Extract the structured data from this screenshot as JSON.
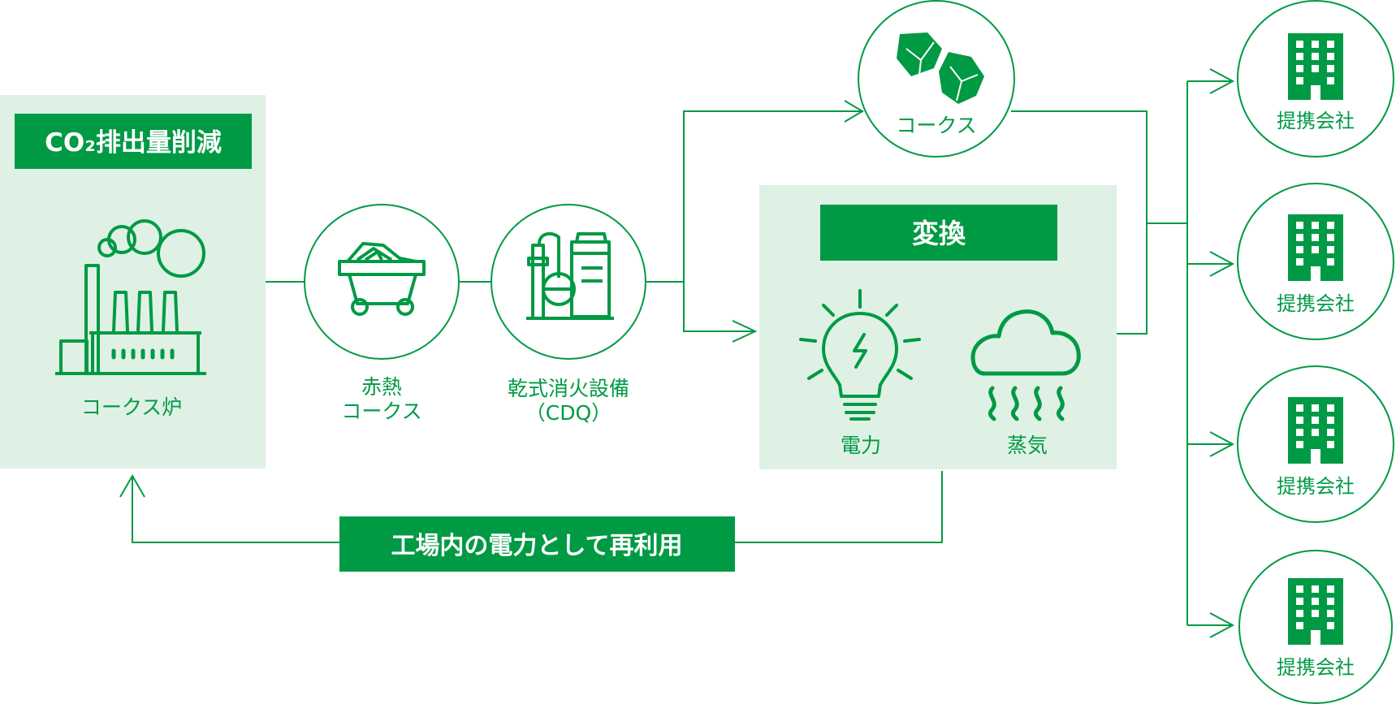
{
  "colors": {
    "accent": "#009a44",
    "panel": "#dff1e5",
    "white": "#ffffff"
  },
  "panels": {
    "reduction": {
      "banner": "CO₂排出量削減",
      "icon": "factory-icon",
      "label": "コークス炉"
    },
    "conversion": {
      "banner": "変換",
      "power": {
        "icon": "lightbulb-icon",
        "label": "電力"
      },
      "steam": {
        "icon": "steam-cloud-icon",
        "label": "蒸気"
      }
    }
  },
  "nodes": {
    "hot_coke": {
      "icon": "mine-cart-icon",
      "label_line1": "赤熱",
      "label_line2": "コークス"
    },
    "cdq": {
      "icon": "plant-equipment-icon",
      "label_line1": "乾式消火設備",
      "label_line2": "（CDQ）"
    },
    "coke": {
      "icon": "coke-lumps-icon",
      "label": "コークス"
    }
  },
  "partners": [
    {
      "icon": "building-icon",
      "label": "提携会社"
    },
    {
      "icon": "building-icon",
      "label": "提携会社"
    },
    {
      "icon": "building-icon",
      "label": "提携会社"
    },
    {
      "icon": "building-icon",
      "label": "提携会社"
    }
  ],
  "reuse": {
    "banner": "工場内の電力として再利用"
  }
}
